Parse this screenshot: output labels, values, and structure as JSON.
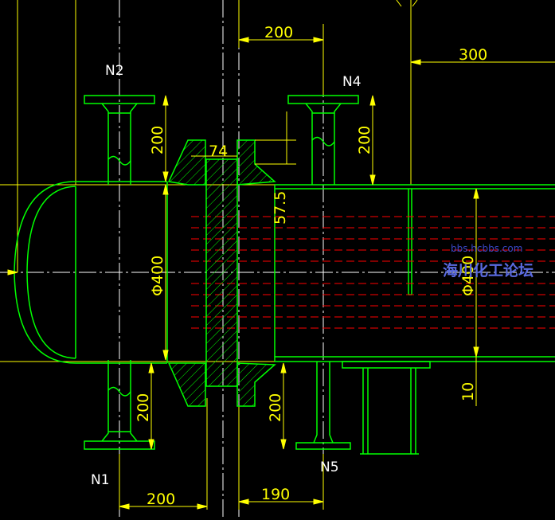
{
  "colors": {
    "background": "#000000",
    "outline": "#00ff00",
    "hatch": "#00ff00",
    "dimension": "#ffff00",
    "centerline": "#ffffff",
    "tube": "#ff0000",
    "label": "#ffffff",
    "watermark": "#5a6ae0"
  },
  "nozzles": {
    "n1": "N1",
    "n2": "N2",
    "n4": "N4",
    "n5": "N5"
  },
  "dimensions": {
    "top_left_spacing": "200",
    "top_right_spacing": "300",
    "bottom_left_spacing": "200",
    "bottom_right_spacing": "190",
    "n2_height": "200",
    "n4_height": "200",
    "n1_height": "200",
    "n5_height": "200",
    "tubesheet_thickness": "74",
    "flange_height": "57.5",
    "left_diameter": "Φ400",
    "right_diameter": "Φ400",
    "baffle_gap": "10"
  },
  "watermark": {
    "url": "bbs.hcbbs.com",
    "text": "海川化工论坛"
  }
}
